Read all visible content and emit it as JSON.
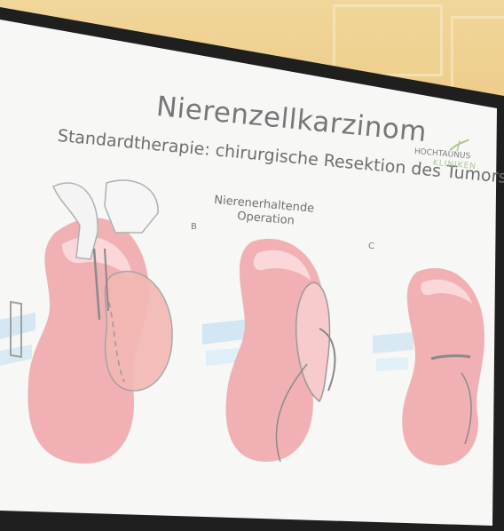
{
  "slide": {
    "title": "Nierenzellkarzinom",
    "subtitle": "Standardtherapie:  chirurgische Resektion des Tumors",
    "logo": {
      "line1": "HOCHTAUNUS",
      "line2": "KLINIKEN"
    },
    "panel_labels": {
      "b": "B",
      "c": "C",
      "operation_line1": "Nierenerhaltende",
      "operation_line2": "Operation"
    }
  },
  "colors": {
    "wall": "#e7c37a",
    "screen": "#f7f7f6",
    "kidney": "#f0a4a8",
    "vessels": "#cfe4f2",
    "logo_green": "#a9c994"
  }
}
